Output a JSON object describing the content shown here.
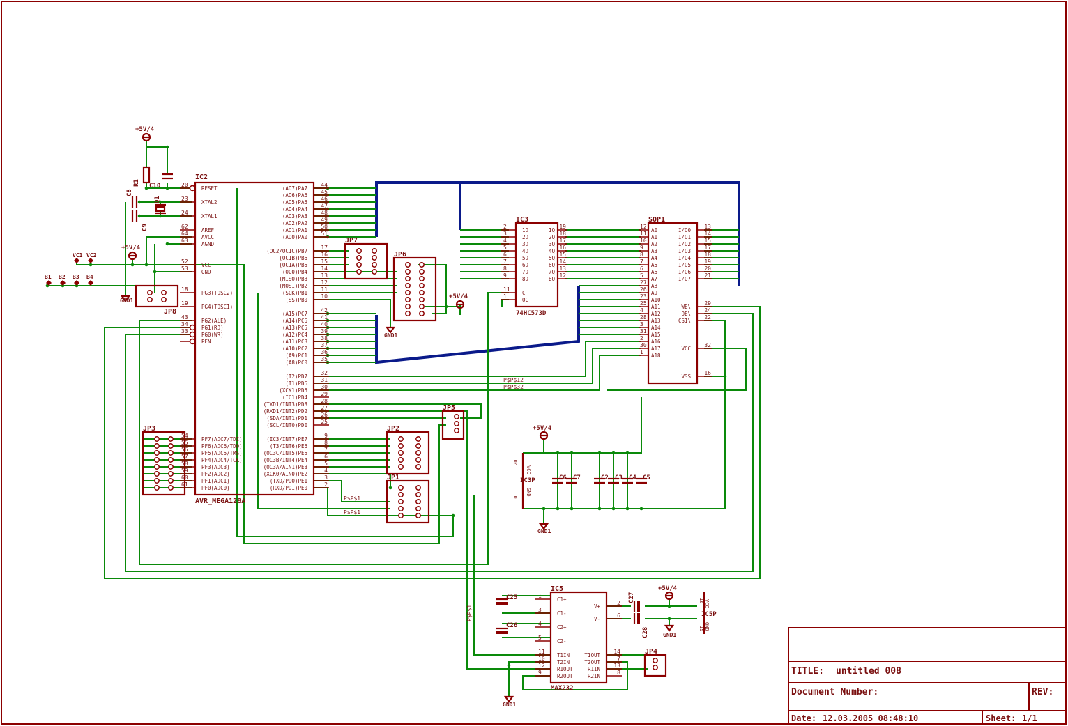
{
  "title_block": {
    "title_label": "TITLE:",
    "title_value": "untitled 008",
    "docnum_label": "Document Number:",
    "rev_label": "REV:",
    "date_label": "Date:",
    "date_value": "12.03.2005 08:48:10",
    "sheet_label": "Sheet:",
    "sheet_value": "1/1"
  },
  "supplies": {
    "p5v": "+5V/4",
    "gnd": "GND1",
    "vc1": "VC1",
    "vc2": "VC2",
    "b1": "B1",
    "b2": "B2",
    "b3": "B3",
    "b4": "B4"
  },
  "ic2": {
    "name": "IC2",
    "value": "AVR_MEGA128A",
    "left_pins": [
      {
        "num": "20",
        "label": "RESET"
      },
      {
        "num": "23",
        "label": "XTAL2"
      },
      {
        "num": "24",
        "label": "XTAL1"
      },
      {
        "num": "62",
        "label": "AREF"
      },
      {
        "num": "64",
        "label": "AVCC"
      },
      {
        "num": "63",
        "label": "AGND"
      },
      {
        "num": "52",
        "label": "VCC"
      },
      {
        "num": "53",
        "label": "GND"
      },
      {
        "num": "18",
        "label": "PG3(TOSC2)"
      },
      {
        "num": "19",
        "label": "PG4(TOSC1)"
      },
      {
        "num": "43",
        "label": "PG2(ALE)"
      },
      {
        "num": "34",
        "label": "PG1(RD)"
      },
      {
        "num": "33",
        "label": "PG0(WR)"
      },
      {
        "num": "",
        "label": "PEN"
      },
      {
        "num": "54",
        "label": "PF7(ADC7/TDI)"
      },
      {
        "num": "55",
        "label": "PF6(ADC6/TDO)"
      },
      {
        "num": "56",
        "label": "PF5(ADC5/TMS)"
      },
      {
        "num": "57",
        "label": "PF4(ADC4/TCK)"
      },
      {
        "num": "58",
        "label": "PF3(ADC3)"
      },
      {
        "num": "59",
        "label": "PF2(ADC2)"
      },
      {
        "num": "60",
        "label": "PF1(ADC1)"
      },
      {
        "num": "61",
        "label": "PF0(ADC0)"
      }
    ],
    "right_pins": [
      {
        "num": "44",
        "label": "(AD7)PA7"
      },
      {
        "num": "45",
        "label": "(AD6)PA6"
      },
      {
        "num": "46",
        "label": "(AD5)PA5"
      },
      {
        "num": "47",
        "label": "(AD4)PA4"
      },
      {
        "num": "48",
        "label": "(AD3)PA3"
      },
      {
        "num": "49",
        "label": "(AD2)PA2"
      },
      {
        "num": "50",
        "label": "(AD1)PA1"
      },
      {
        "num": "51",
        "label": "(AD0)PA0"
      },
      {
        "num": "17",
        "label": "(OC2/OC1C)PB7"
      },
      {
        "num": "16",
        "label": "(OC1B)PB6"
      },
      {
        "num": "15",
        "label": "(OC1A)PB5"
      },
      {
        "num": "14",
        "label": "(OC0)PB4"
      },
      {
        "num": "13",
        "label": "(MISO)PB3"
      },
      {
        "num": "12",
        "label": "(MOSI)PB2"
      },
      {
        "num": "11",
        "label": "(SCK)PB1"
      },
      {
        "num": "10",
        "label": "(SS)PB0"
      },
      {
        "num": "42",
        "label": "(A15)PC7"
      },
      {
        "num": "41",
        "label": "(A14)PC6"
      },
      {
        "num": "40",
        "label": "(A13)PC5"
      },
      {
        "num": "39",
        "label": "(A12)PC4"
      },
      {
        "num": "38",
        "label": "(A11)PC3"
      },
      {
        "num": "37",
        "label": "(A10)PC2"
      },
      {
        "num": "36",
        "label": "(A9)PC1"
      },
      {
        "num": "35",
        "label": "(A8)PC0"
      },
      {
        "num": "32",
        "label": "(T2)PD7"
      },
      {
        "num": "31",
        "label": "(T1)PD6"
      },
      {
        "num": "30",
        "label": "(XCK1)PD5"
      },
      {
        "num": "29",
        "label": "(IC1)PD4"
      },
      {
        "num": "28",
        "label": "(TXD1/INT3)PD3"
      },
      {
        "num": "27",
        "label": "(RXD1/INT2)PD2"
      },
      {
        "num": "26",
        "label": "(SDA/INT1)PD1"
      },
      {
        "num": "25",
        "label": "(SCL/INT0)PD0"
      },
      {
        "num": "9",
        "label": "(IC3/INT7)PE7"
      },
      {
        "num": "8",
        "label": "(T3/INT6)PE6"
      },
      {
        "num": "7",
        "label": "(OC3C/INT5)PE5"
      },
      {
        "num": "6",
        "label": "(OC3B/INT4)PE4"
      },
      {
        "num": "5",
        "label": "(OC3A/AIN1)PE3"
      },
      {
        "num": "4",
        "label": "(XCK0/AIN0)PE2"
      },
      {
        "num": "3",
        "label": "(TXD/PDO)PE1"
      },
      {
        "num": "2",
        "label": "(RXD/PDI)PE0"
      }
    ]
  },
  "ic3": {
    "name": "IC3",
    "value": "74HC573D",
    "left_pins": [
      {
        "num": "2",
        "label": "1D"
      },
      {
        "num": "3",
        "label": "2D"
      },
      {
        "num": "4",
        "label": "3D"
      },
      {
        "num": "5",
        "label": "4D"
      },
      {
        "num": "6",
        "label": "5D"
      },
      {
        "num": "7",
        "label": "6D"
      },
      {
        "num": "8",
        "label": "7D"
      },
      {
        "num": "9",
        "label": "8D"
      },
      {
        "num": "11",
        "label": "C"
      },
      {
        "num": "1",
        "label": "OC"
      }
    ],
    "right_pins": [
      {
        "num": "19",
        "label": "1Q"
      },
      {
        "num": "18",
        "label": "2Q"
      },
      {
        "num": "17",
        "label": "3Q"
      },
      {
        "num": "16",
        "label": "4Q"
      },
      {
        "num": "15",
        "label": "5Q"
      },
      {
        "num": "14",
        "label": "6Q"
      },
      {
        "num": "13",
        "label": "7Q"
      },
      {
        "num": "12",
        "label": "8Q"
      }
    ]
  },
  "sop1": {
    "name": "SOP1",
    "left_pins": [
      {
        "num": "12",
        "label": "A0"
      },
      {
        "num": "11",
        "label": "A1"
      },
      {
        "num": "10",
        "label": "A2"
      },
      {
        "num": "9",
        "label": "A3"
      },
      {
        "num": "8",
        "label": "A4"
      },
      {
        "num": "7",
        "label": "A5"
      },
      {
        "num": "6",
        "label": "A6"
      },
      {
        "num": "5",
        "label": "A7"
      },
      {
        "num": "27",
        "label": "A8"
      },
      {
        "num": "26",
        "label": "A9"
      },
      {
        "num": "23",
        "label": "A10"
      },
      {
        "num": "25",
        "label": "A11"
      },
      {
        "num": "4",
        "label": "A12"
      },
      {
        "num": "28",
        "label": "A13"
      },
      {
        "num": "3",
        "label": "A14"
      },
      {
        "num": "31",
        "label": "A15"
      },
      {
        "num": "2",
        "label": "A16"
      },
      {
        "num": "30",
        "label": "A17"
      },
      {
        "num": "1",
        "label": "A18"
      }
    ],
    "right_pins": [
      {
        "num": "13",
        "label": "I/O0"
      },
      {
        "num": "14",
        "label": "I/O1"
      },
      {
        "num": "15",
        "label": "I/O2"
      },
      {
        "num": "17",
        "label": "I/O3"
      },
      {
        "num": "18",
        "label": "I/O4"
      },
      {
        "num": "19",
        "label": "I/O5"
      },
      {
        "num": "20",
        "label": "I/O6"
      },
      {
        "num": "21",
        "label": "I/O7"
      },
      {
        "num": "29",
        "label": "WE\\"
      },
      {
        "num": "24",
        "label": "OE\\"
      },
      {
        "num": "22",
        "label": "CS1\\"
      },
      {
        "num": "32",
        "label": "VCC"
      },
      {
        "num": "16",
        "label": "VSS"
      }
    ]
  },
  "ic5": {
    "name": "IC5",
    "value": "MAX232",
    "left_pins": [
      {
        "num": "1",
        "label": "C1+"
      },
      {
        "num": "3",
        "label": "C1-"
      },
      {
        "num": "4",
        "label": "C2+"
      },
      {
        "num": "5",
        "label": "C2-"
      },
      {
        "num": "11",
        "label": "T1IN"
      },
      {
        "num": "10",
        "label": "T2IN"
      },
      {
        "num": "12",
        "label": "R1OUT"
      },
      {
        "num": "9",
        "label": "R2OUT"
      }
    ],
    "right_pins": [
      {
        "num": "2",
        "label": "V+"
      },
      {
        "num": "6",
        "label": "V-"
      },
      {
        "num": "14",
        "label": "T1OUT"
      },
      {
        "num": "7",
        "label": "T2OUT"
      },
      {
        "num": "13",
        "label": "R1IN"
      },
      {
        "num": "8",
        "label": "R2IN"
      }
    ]
  },
  "ic3p": {
    "name": "IC3P",
    "vcc": "VCC",
    "gnd": "GND",
    "pin_vcc": "20",
    "pin_gnd": "10"
  },
  "ic5p": {
    "name": "IC5P",
    "vcc": "VCC",
    "gnd": "GND",
    "pin_vcc": "16",
    "pin_gnd": "15"
  },
  "components": {
    "r1": "R1",
    "c10": "C10",
    "c8": "C8",
    "c9": "C9",
    "q1": "Q1",
    "c6": "C6",
    "c7": "C7",
    "c2": "C2",
    "c3": "C3",
    "c4": "C4",
    "c5": "C5",
    "c25": "C25",
    "c26": "C26",
    "c27": "C27",
    "c28": "C28"
  },
  "headers": {
    "jp1": "JP1",
    "jp2": "JP2",
    "jp3": "JP3",
    "jp4": "JP4",
    "jp5": "JP5",
    "jp6": "JP6",
    "jp7": "JP7",
    "jp8": "JP8"
  },
  "net_labels": {
    "p1": "P$P$1",
    "p1b": "P$P$1",
    "p12": "P$P$12",
    "p32": "P$P$32",
    "p51": "P$P$1"
  }
}
